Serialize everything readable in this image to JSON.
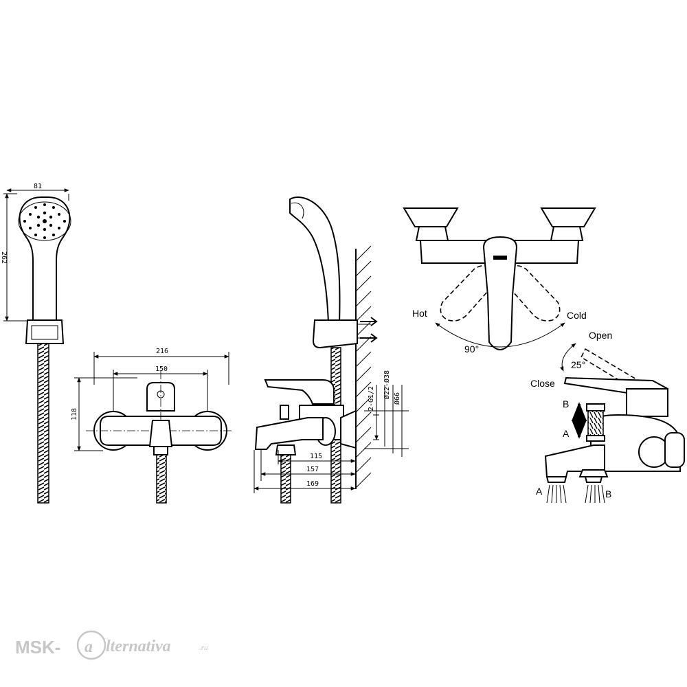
{
  "dimensions": {
    "handshower_width": "81",
    "handshower_height": "262",
    "overall_width": "216",
    "centres": "150",
    "body_height": "118",
    "thread": "2-G1/2",
    "pipe_dia": "Ø22-Ø38",
    "flange_dia": "Ø66",
    "proj_1": "115",
    "proj_2": "157",
    "proj_3": "169"
  },
  "labels": {
    "hot": "Hot",
    "cold": "Cold",
    "angle_90": "90°",
    "open": "Open",
    "close": "Close",
    "angle_25": "25°",
    "a_top": "A",
    "b_top": "B",
    "a_bottom": "A",
    "b_bottom": "B"
  },
  "watermark": {
    "brand": "MSK-",
    "at": "a",
    "tail": "lternativa",
    "domain": ".ru"
  }
}
